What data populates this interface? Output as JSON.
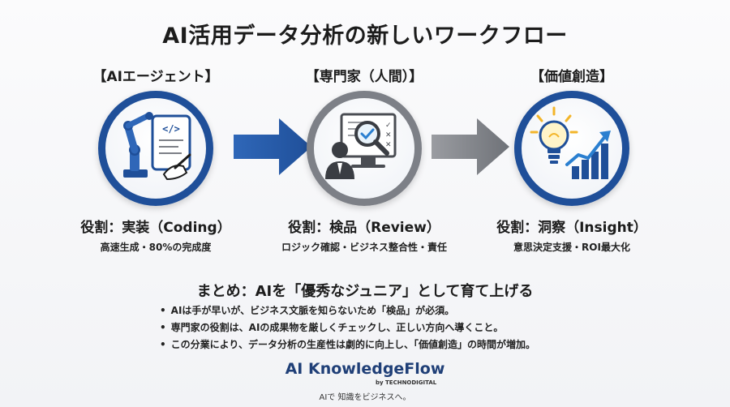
{
  "title": "AI活用データ分析の新しいワークフロー",
  "stages": [
    {
      "heading": "【AIエージェント】",
      "icon": "robot-arm-coding-icon",
      "role": "役割：実装（Coding）",
      "description": "高速生成・80%の完成度",
      "code_glyph": "</>"
    },
    {
      "heading": "【専門家（人間）】",
      "icon": "expert-review-icon",
      "role": "役割：検品（Review）",
      "description": "ロジック確認・ビジネス整合性・責任"
    },
    {
      "heading": "【価値創造】",
      "icon": "lightbulb-growth-icon",
      "role": "役割：洞察（Insight）",
      "description": "意思決定支援・ROI最大化"
    }
  ],
  "summary": {
    "title": "まとめ：AIを「優秀なジュニア」として育て上げる",
    "bullets": [
      "AIは手が早いが、ビジネス文脈を知らないため「検品」が必須。",
      "専門家の役割は、AIの成果物を厳しくチェックし、正しい方向へ導くこと。",
      "この分業により、データ分析の生産性は劇的に向上し、「価値創造」の時間が増加。"
    ]
  },
  "brand": {
    "name": "AI KnowledgeFlow",
    "by": "by TECHNODIGITAL",
    "tagline": "AIで 知識をビジネスへ。"
  },
  "colors": {
    "blue": "#1f4f99",
    "gray": "#7d8087",
    "accent": "#2a7fd0",
    "bulb": "#f3b52a"
  }
}
